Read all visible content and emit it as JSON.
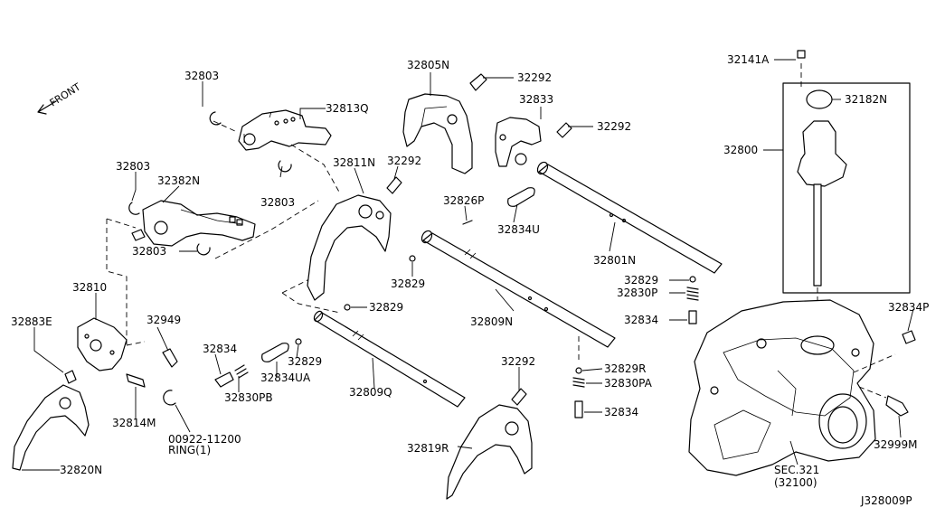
{
  "direction_label": "FRONT",
  "diagram_id": "J328009P",
  "parts": {
    "p32803_a": "32803",
    "p32813Q": "32813Q",
    "p32803_b": "32803",
    "p32803_c": "32803",
    "p32382N": "32382N",
    "p32803_d": "32803",
    "p32805N": "32805N",
    "p32292_a": "32292",
    "p32833": "32833",
    "p32292_b": "32292",
    "p32811N": "32811N",
    "p32292_c": "32292",
    "p32826P": "32826P",
    "p32834U": "32834U",
    "p32801N": "32801N",
    "p32829_a": "32829",
    "p32829_b": "32829",
    "p32830P": "32830P",
    "p32834_a": "32834",
    "p32809N": "32809N",
    "p32829_c": "32829",
    "p32829_d": "32829",
    "p32810": "32810",
    "p32883E": "32883E",
    "p32949": "32949",
    "p32834_b": "32834",
    "p32830PB": "32830PB",
    "p32834UA": "32834UA",
    "p32809Q": "32809Q",
    "p32814M": "32814M",
    "p00922": "00922-11200",
    "ring": "RING(1)",
    "p32820N": "32820N",
    "p32292_d": "32292",
    "p32829R": "32829R",
    "p32830PA": "32830PA",
    "p32834_c": "32834",
    "p32819R": "32819R",
    "p32141A": "32141A",
    "p32182N": "32182N",
    "p32800": "32800",
    "p32834P": "32834P",
    "p32999M": "32999M",
    "sec": "SEC.321",
    "sec_sub": "(32100)"
  }
}
